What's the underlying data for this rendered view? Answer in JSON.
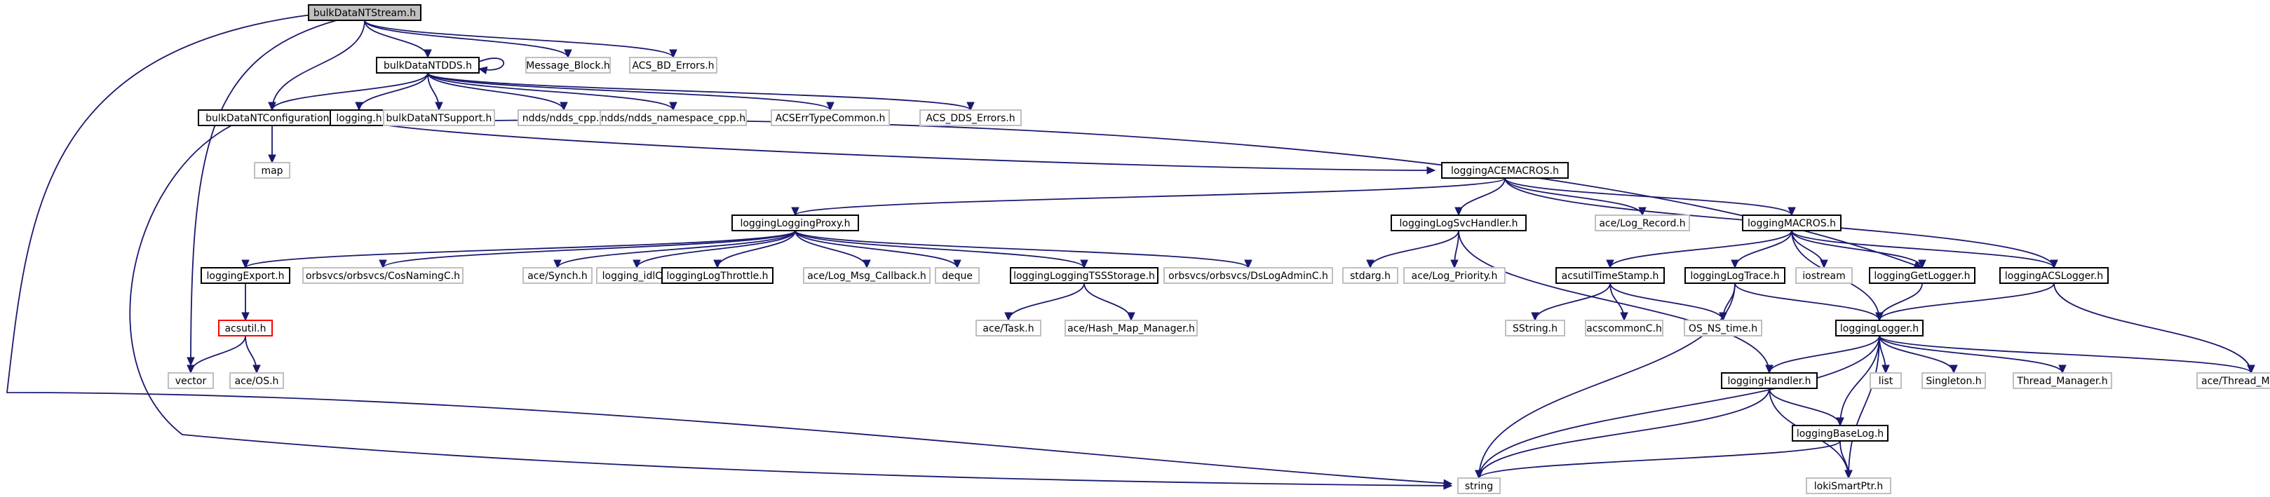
{
  "colors": {
    "edge": "#191970",
    "border_documented": "#000000",
    "border_external": "#bfbfbf",
    "border_truncated": "#ff0000",
    "fill_root": "#bfbfbf",
    "fill_node": "#ffffff",
    "text": "#000000"
  },
  "nodes": [
    {
      "id": "n_root",
      "label": "bulkDataNTStream.h",
      "style": "root"
    },
    {
      "id": "n_dds",
      "label": "bulkDataNTDDS.h",
      "style": "documented"
    },
    {
      "id": "n_msgblock",
      "label": "Message_Block.h",
      "style": "external"
    },
    {
      "id": "n_bderr",
      "label": "ACS_BD_Errors.h",
      "style": "external"
    },
    {
      "id": "n_cfg",
      "label": "bulkDataNTConfiguration.h",
      "style": "documented"
    },
    {
      "id": "n_logging",
      "label": "logging.h",
      "style": "documented"
    },
    {
      "id": "n_support",
      "label": "bulkDataNTSupport.h",
      "style": "external"
    },
    {
      "id": "n_nddscpp",
      "label": "ndds/ndds_cpp.h",
      "style": "external"
    },
    {
      "id": "n_nddsns",
      "label": "ndds/ndds_namespace_cpp.h",
      "style": "external"
    },
    {
      "id": "n_errtype",
      "label": "ACSErrTypeCommon.h",
      "style": "external"
    },
    {
      "id": "n_ddserr",
      "label": "ACS_DDS_Errors.h",
      "style": "external"
    },
    {
      "id": "n_map",
      "label": "map",
      "style": "external"
    },
    {
      "id": "n_acemacros",
      "label": "loggingACEMACROS.h",
      "style": "documented"
    },
    {
      "id": "n_proxy",
      "label": "loggingLoggingProxy.h",
      "style": "documented"
    },
    {
      "id": "n_svchandler",
      "label": "loggingLogSvcHandler.h",
      "style": "documented"
    },
    {
      "id": "n_logrecord",
      "label": "ace/Log_Record.h",
      "style": "external"
    },
    {
      "id": "n_macros",
      "label": "loggingMACROS.h",
      "style": "documented"
    },
    {
      "id": "n_export",
      "label": "loggingExport.h",
      "style": "documented"
    },
    {
      "id": "n_cosnaming",
      "label": "orbsvcs/orbsvcs/CosNamingC.h",
      "style": "external"
    },
    {
      "id": "n_synch",
      "label": "ace/Synch.h",
      "style": "external"
    },
    {
      "id": "n_idlc",
      "label": "logging_idlC.h",
      "style": "external"
    },
    {
      "id": "n_throttle",
      "label": "loggingLogThrottle.h",
      "style": "documented"
    },
    {
      "id": "n_msgcb",
      "label": "ace/Log_Msg_Callback.h",
      "style": "external"
    },
    {
      "id": "n_deque",
      "label": "deque",
      "style": "external"
    },
    {
      "id": "n_tss",
      "label": "loggingLoggingTSSStorage.h",
      "style": "documented"
    },
    {
      "id": "n_dslog",
      "label": "orbsvcs/orbsvcs/DsLogAdminC.h",
      "style": "external"
    },
    {
      "id": "n_stdarg",
      "label": "stdarg.h",
      "style": "external"
    },
    {
      "id": "n_priority",
      "label": "ace/Log_Priority.h",
      "style": "external"
    },
    {
      "id": "n_timestamp",
      "label": "acsutilTimeStamp.h",
      "style": "documented"
    },
    {
      "id": "n_trace",
      "label": "loggingLogTrace.h",
      "style": "documented"
    },
    {
      "id": "n_iostream",
      "label": "iostream",
      "style": "external"
    },
    {
      "id": "n_getlogger",
      "label": "loggingGetLogger.h",
      "style": "documented"
    },
    {
      "id": "n_acslogger",
      "label": "loggingACSLogger.h",
      "style": "documented"
    },
    {
      "id": "n_acsutil",
      "label": "acsutil.h",
      "style": "truncated"
    },
    {
      "id": "n_task",
      "label": "ace/Task.h",
      "style": "external"
    },
    {
      "id": "n_hashmap",
      "label": "ace/Hash_Map_Manager.h",
      "style": "external"
    },
    {
      "id": "n_sstring",
      "label": "SString.h",
      "style": "external"
    },
    {
      "id": "n_acscommon",
      "label": "acscommonC.h",
      "style": "external"
    },
    {
      "id": "n_osns",
      "label": "OS_NS_time.h",
      "style": "external"
    },
    {
      "id": "n_logger",
      "label": "loggingLogger.h",
      "style": "documented"
    },
    {
      "id": "n_vector",
      "label": "vector",
      "style": "external"
    },
    {
      "id": "n_aceos",
      "label": "ace/OS.h",
      "style": "external"
    },
    {
      "id": "n_handler",
      "label": "loggingHandler.h",
      "style": "documented"
    },
    {
      "id": "n_list",
      "label": "list",
      "style": "external"
    },
    {
      "id": "n_singleton",
      "label": "Singleton.h",
      "style": "external"
    },
    {
      "id": "n_threadmgr",
      "label": "Thread_Manager.h",
      "style": "external"
    },
    {
      "id": "n_mutex",
      "label": "ace/Thread_Mutex.h",
      "style": "external"
    },
    {
      "id": "n_baselog",
      "label": "loggingBaseLog.h",
      "style": "documented"
    },
    {
      "id": "n_string",
      "label": "string",
      "style": "external"
    },
    {
      "id": "n_loki",
      "label": "lokiSmartPtr.h",
      "style": "external"
    }
  ],
  "edges": [
    {
      "from": "n_root",
      "to": "n_dds"
    },
    {
      "from": "n_root",
      "to": "n_msgblock"
    },
    {
      "from": "n_root",
      "to": "n_bderr"
    },
    {
      "from": "n_root",
      "to": "n_cfg"
    },
    {
      "from": "n_root",
      "to": "n_vector"
    },
    {
      "from": "n_root",
      "to": "n_string"
    },
    {
      "from": "n_dds",
      "to": "n_dds"
    },
    {
      "from": "n_dds",
      "to": "n_cfg"
    },
    {
      "from": "n_dds",
      "to": "n_logging"
    },
    {
      "from": "n_dds",
      "to": "n_support"
    },
    {
      "from": "n_dds",
      "to": "n_nddscpp"
    },
    {
      "from": "n_dds",
      "to": "n_nddsns"
    },
    {
      "from": "n_dds",
      "to": "n_errtype"
    },
    {
      "from": "n_dds",
      "to": "n_ddserr"
    },
    {
      "from": "n_cfg",
      "to": "n_map"
    },
    {
      "from": "n_cfg",
      "to": "n_string"
    },
    {
      "from": "n_logging",
      "to": "n_acemacros"
    },
    {
      "from": "n_logging",
      "to": "n_getlogger"
    },
    {
      "from": "n_acemacros",
      "to": "n_proxy"
    },
    {
      "from": "n_acemacros",
      "to": "n_svchandler"
    },
    {
      "from": "n_acemacros",
      "to": "n_logrecord"
    },
    {
      "from": "n_acemacros",
      "to": "n_macros"
    },
    {
      "from": "n_acemacros",
      "to": "n_acslogger"
    },
    {
      "from": "n_proxy",
      "to": "n_export"
    },
    {
      "from": "n_proxy",
      "to": "n_cosnaming"
    },
    {
      "from": "n_proxy",
      "to": "n_synch"
    },
    {
      "from": "n_proxy",
      "to": "n_idlc"
    },
    {
      "from": "n_proxy",
      "to": "n_throttle"
    },
    {
      "from": "n_proxy",
      "to": "n_msgcb"
    },
    {
      "from": "n_proxy",
      "to": "n_deque"
    },
    {
      "from": "n_proxy",
      "to": "n_tss"
    },
    {
      "from": "n_proxy",
      "to": "n_dslog"
    },
    {
      "from": "n_export",
      "to": "n_acsutil"
    },
    {
      "from": "n_acsutil",
      "to": "n_vector"
    },
    {
      "from": "n_acsutil",
      "to": "n_aceos"
    },
    {
      "from": "n_tss",
      "to": "n_task"
    },
    {
      "from": "n_tss",
      "to": "n_hashmap"
    },
    {
      "from": "n_svchandler",
      "to": "n_stdarg"
    },
    {
      "from": "n_svchandler",
      "to": "n_priority"
    },
    {
      "from": "n_svchandler",
      "to": "n_handler"
    },
    {
      "from": "n_macros",
      "to": "n_timestamp"
    },
    {
      "from": "n_macros",
      "to": "n_trace"
    },
    {
      "from": "n_macros",
      "to": "n_iostream"
    },
    {
      "from": "n_macros",
      "to": "n_getlogger"
    },
    {
      "from": "n_macros",
      "to": "n_acslogger"
    },
    {
      "from": "n_macros",
      "to": "n_logger"
    },
    {
      "from": "n_timestamp",
      "to": "n_sstring"
    },
    {
      "from": "n_timestamp",
      "to": "n_acscommon"
    },
    {
      "from": "n_timestamp",
      "to": "n_osns"
    },
    {
      "from": "n_trace",
      "to": "n_osns"
    },
    {
      "from": "n_trace",
      "to": "n_logger"
    },
    {
      "from": "n_trace",
      "to": "n_string"
    },
    {
      "from": "n_getlogger",
      "to": "n_logger"
    },
    {
      "from": "n_acslogger",
      "to": "n_logger"
    },
    {
      "from": "n_acslogger",
      "to": "n_mutex"
    },
    {
      "from": "n_logger",
      "to": "n_handler"
    },
    {
      "from": "n_logger",
      "to": "n_list"
    },
    {
      "from": "n_logger",
      "to": "n_singleton"
    },
    {
      "from": "n_logger",
      "to": "n_threadmgr"
    },
    {
      "from": "n_logger",
      "to": "n_mutex"
    },
    {
      "from": "n_logger",
      "to": "n_baselog"
    },
    {
      "from": "n_logger",
      "to": "n_string"
    },
    {
      "from": "n_logger",
      "to": "n_loki"
    },
    {
      "from": "n_handler",
      "to": "n_baselog"
    },
    {
      "from": "n_handler",
      "to": "n_string"
    },
    {
      "from": "n_handler",
      "to": "n_loki"
    },
    {
      "from": "n_baselog",
      "to": "n_string"
    },
    {
      "from": "n_baselog",
      "to": "n_loki"
    }
  ]
}
